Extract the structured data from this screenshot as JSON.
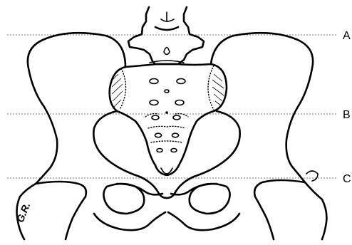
{
  "levels": [
    {
      "id": "A",
      "label": "A"
    },
    {
      "id": "B",
      "label": "B"
    },
    {
      "id": "C",
      "label": "C"
    }
  ],
  "signature": "G.R."
}
